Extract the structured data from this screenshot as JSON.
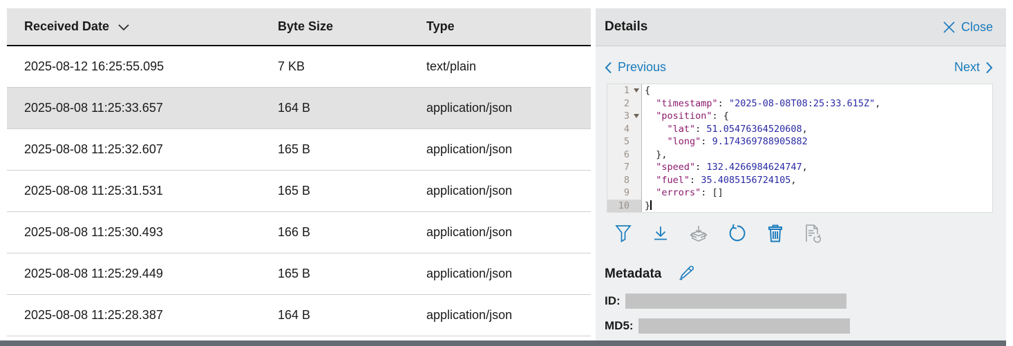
{
  "colors": {
    "accent": "#1a7bbd",
    "selection": "#e2e2e3",
    "redacted": "#c3c3c3"
  },
  "table": {
    "columns": [
      "Received Date",
      "Byte Size",
      "Type"
    ],
    "sorted_column": "Received Date",
    "sort_direction": "descending",
    "rows": [
      {
        "date": "2025-08-12 16:25:55.095",
        "size": "7 KB",
        "type": "text/plain",
        "selected": false
      },
      {
        "date": "2025-08-08 11:25:33.657",
        "size": "164 B",
        "type": "application/json",
        "selected": true
      },
      {
        "date": "2025-08-08 11:25:32.607",
        "size": "165 B",
        "type": "application/json",
        "selected": false
      },
      {
        "date": "2025-08-08 11:25:31.531",
        "size": "165 B",
        "type": "application/json",
        "selected": false
      },
      {
        "date": "2025-08-08 11:25:30.493",
        "size": "166 B",
        "type": "application/json",
        "selected": false
      },
      {
        "date": "2025-08-08 11:25:29.449",
        "size": "165 B",
        "type": "application/json",
        "selected": false
      },
      {
        "date": "2025-08-08 11:25:28.387",
        "size": "164 B",
        "type": "application/json",
        "selected": false
      }
    ]
  },
  "details": {
    "title": "Details",
    "close_label": "Close",
    "previous_label": "Previous",
    "next_label": "Next",
    "editor": {
      "content": "{\n  \"timestamp\": \"2025-08-08T08:25:33.615Z\",\n  \"position\": {\n    \"lat\": 51.05476364520608,\n    \"long\": 9.174369788905882\n  },\n  \"speed\": 132.4266984624747,\n  \"fuel\": 35.4085156724105,\n  \"errors\": []\n}",
      "lines": [
        {
          "num": 1,
          "fold": true,
          "active": false,
          "cursor": false,
          "tokens": [
            [
              "p",
              "{"
            ]
          ]
        },
        {
          "num": 2,
          "fold": false,
          "active": false,
          "cursor": false,
          "tokens": [
            [
              "p",
              "  "
            ],
            [
              "k",
              "\"timestamp\""
            ],
            [
              "p",
              ": "
            ],
            [
              "v",
              "\"2025-08-08T08:25:33.615Z\""
            ],
            [
              "p",
              ","
            ]
          ]
        },
        {
          "num": 3,
          "fold": true,
          "active": false,
          "cursor": false,
          "tokens": [
            [
              "p",
              "  "
            ],
            [
              "k",
              "\"position\""
            ],
            [
              "p",
              ": {"
            ]
          ]
        },
        {
          "num": 4,
          "fold": false,
          "active": false,
          "cursor": false,
          "tokens": [
            [
              "p",
              "    "
            ],
            [
              "k",
              "\"lat\""
            ],
            [
              "p",
              ": "
            ],
            [
              "v",
              "51.05476364520608"
            ],
            [
              "p",
              ","
            ]
          ]
        },
        {
          "num": 5,
          "fold": false,
          "active": false,
          "cursor": false,
          "tokens": [
            [
              "p",
              "    "
            ],
            [
              "k",
              "\"long\""
            ],
            [
              "p",
              ": "
            ],
            [
              "v",
              "9.174369788905882"
            ]
          ]
        },
        {
          "num": 6,
          "fold": false,
          "active": false,
          "cursor": false,
          "tokens": [
            [
              "p",
              "  },"
            ]
          ]
        },
        {
          "num": 7,
          "fold": false,
          "active": false,
          "cursor": false,
          "tokens": [
            [
              "p",
              "  "
            ],
            [
              "k",
              "\"speed\""
            ],
            [
              "p",
              ": "
            ],
            [
              "v",
              "132.4266984624747"
            ],
            [
              "p",
              ","
            ]
          ]
        },
        {
          "num": 8,
          "fold": false,
          "active": false,
          "cursor": false,
          "tokens": [
            [
              "p",
              "  "
            ],
            [
              "k",
              "\"fuel\""
            ],
            [
              "p",
              ": "
            ],
            [
              "v",
              "35.4085156724105"
            ],
            [
              "p",
              ","
            ]
          ]
        },
        {
          "num": 9,
          "fold": false,
          "active": false,
          "cursor": false,
          "tokens": [
            [
              "p",
              "  "
            ],
            [
              "k",
              "\"errors\""
            ],
            [
              "p",
              ": []"
            ]
          ]
        },
        {
          "num": 10,
          "fold": false,
          "active": true,
          "cursor": true,
          "tokens": [
            [
              "p",
              "}"
            ]
          ]
        }
      ]
    },
    "toolbar_icons": [
      {
        "name": "filter-icon",
        "enabled": true
      },
      {
        "name": "download-icon",
        "enabled": true
      },
      {
        "name": "unpack-box-icon",
        "enabled": false
      },
      {
        "name": "refresh-icon",
        "enabled": true
      },
      {
        "name": "delete-icon",
        "enabled": true
      },
      {
        "name": "file-refresh-icon",
        "enabled": false
      }
    ],
    "metadata": {
      "title": "Metadata",
      "fields": [
        {
          "label": "ID:",
          "value_redacted": true
        },
        {
          "label": "MD5:",
          "value_redacted": true
        }
      ]
    }
  }
}
